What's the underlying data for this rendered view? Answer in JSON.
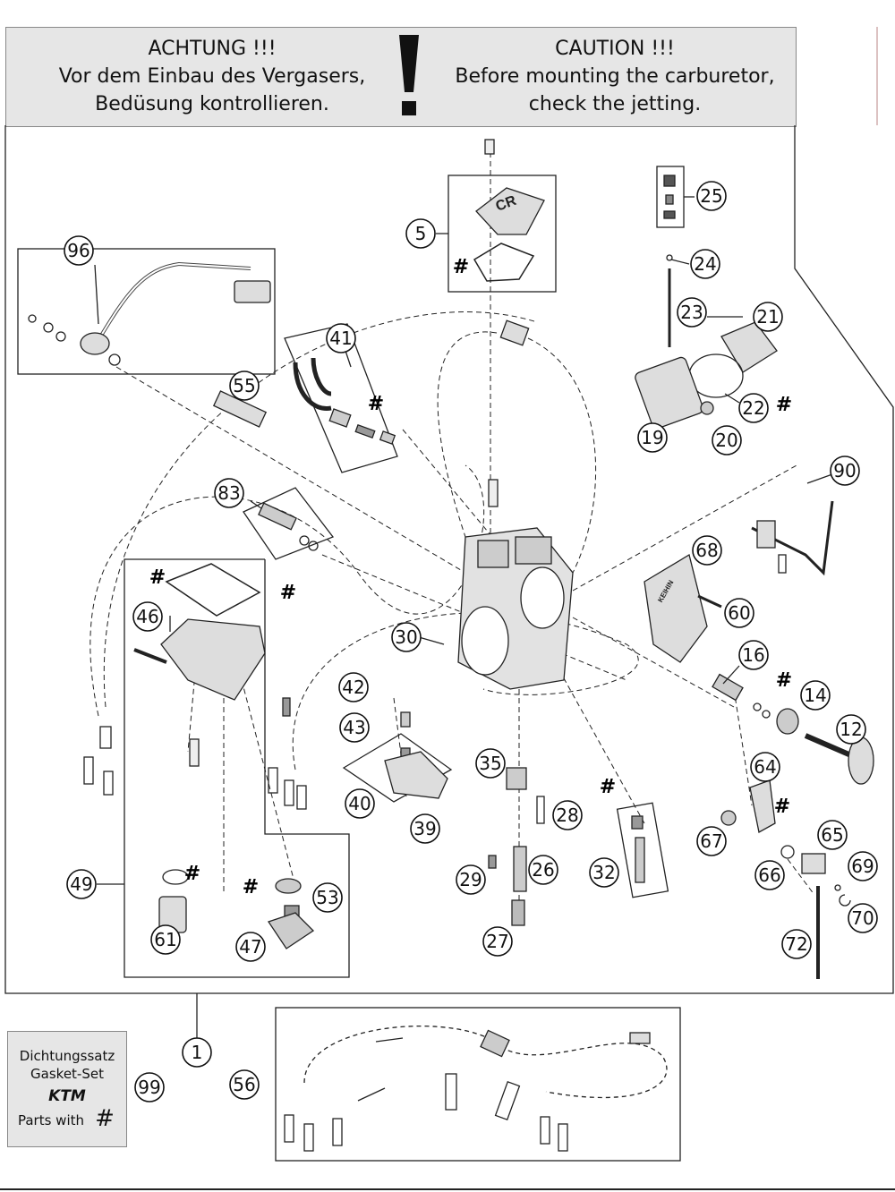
{
  "warning": {
    "de": {
      "title": "ACHTUNG !!!",
      "line1": "Vor dem Einbau des Vergasers,",
      "line2": "Bedüsung kontrollieren."
    },
    "en": {
      "title": "CAUTION !!!",
      "line1": "Before mounting the carburetor,",
      "line2": "check the jetting."
    },
    "symbol": "!"
  },
  "callouts": [
    {
      "number": "96"
    },
    {
      "number": "5"
    },
    {
      "number": "25"
    },
    {
      "number": "24"
    },
    {
      "number": "23"
    },
    {
      "number": "21"
    },
    {
      "number": "41"
    },
    {
      "number": "55"
    },
    {
      "number": "22"
    },
    {
      "number": "19"
    },
    {
      "number": "20"
    },
    {
      "number": "90"
    },
    {
      "number": "83"
    },
    {
      "number": "68"
    },
    {
      "number": "60"
    },
    {
      "number": "46"
    },
    {
      "number": "30"
    },
    {
      "number": "16"
    },
    {
      "number": "14"
    },
    {
      "number": "12"
    },
    {
      "number": "42"
    },
    {
      "number": "43"
    },
    {
      "number": "35"
    },
    {
      "number": "64"
    },
    {
      "number": "40"
    },
    {
      "number": "39"
    },
    {
      "number": "28"
    },
    {
      "number": "67"
    },
    {
      "number": "65"
    },
    {
      "number": "49"
    },
    {
      "number": "29"
    },
    {
      "number": "26"
    },
    {
      "number": "32"
    },
    {
      "number": "66"
    },
    {
      "number": "69"
    },
    {
      "number": "53"
    },
    {
      "number": "70"
    },
    {
      "number": "61"
    },
    {
      "number": "47"
    },
    {
      "number": "27"
    },
    {
      "number": "72"
    },
    {
      "number": "1"
    },
    {
      "number": "99"
    },
    {
      "number": "56"
    }
  ],
  "markers": [
    {
      "text": "#"
    },
    {
      "text": "#"
    },
    {
      "text": "#"
    },
    {
      "text": "#"
    },
    {
      "text": "#"
    },
    {
      "text": "#"
    },
    {
      "text": "#"
    },
    {
      "text": "#"
    },
    {
      "text": "#"
    },
    {
      "text": "#"
    }
  ],
  "part_labels": {
    "cr": "CR",
    "keihin": "KEIHIN"
  },
  "gasket_set": {
    "line1": "Dichtungssatz",
    "line2": "Gasket-Set",
    "brand": "KTM",
    "line3": "Parts with",
    "symbol": "#"
  }
}
